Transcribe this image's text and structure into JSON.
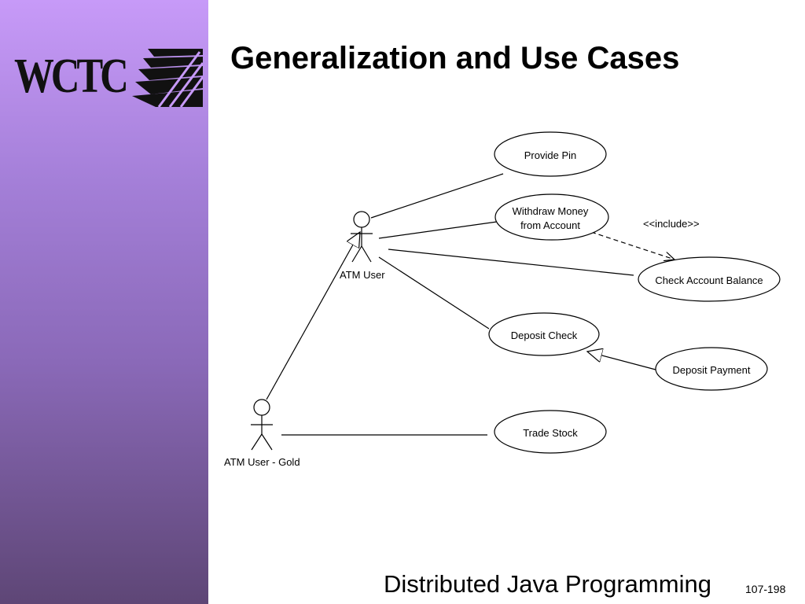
{
  "slide": {
    "logo_text": "WCTC",
    "title": "Generalization and Use Cases",
    "footer": "Distributed Java Programming",
    "slide_number": "107-198"
  },
  "diagram": {
    "actors": {
      "atm_user": "ATM User",
      "atm_user_gold": "ATM User - Gold"
    },
    "use_cases": {
      "provide_pin": "Provide Pin",
      "withdraw_line1": "Withdraw Money",
      "withdraw_line2": "from Account",
      "check_balance": "Check Account Balance",
      "deposit_check": "Deposit Check",
      "deposit_payment": "Deposit Payment",
      "trade_stock": "Trade Stock"
    },
    "stereotype": "<<include>>"
  }
}
